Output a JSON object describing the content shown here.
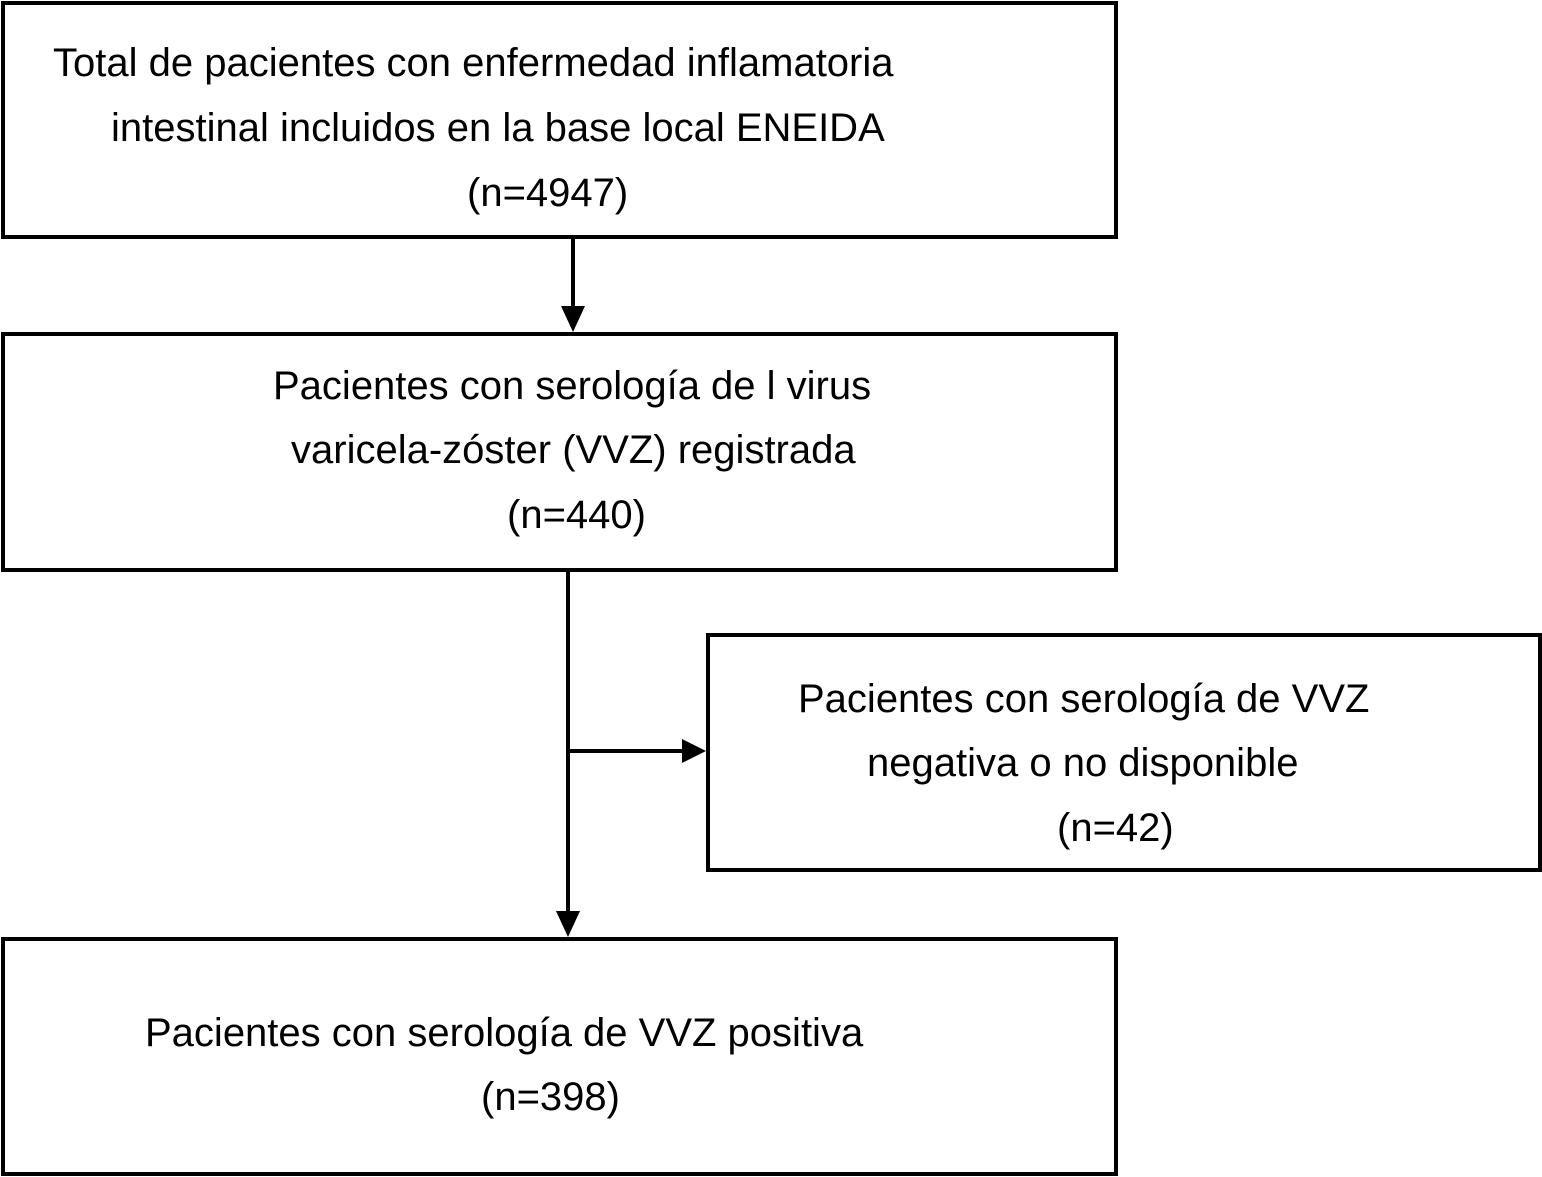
{
  "boxes": {
    "total": {
      "line1": "Total de pacientes con enfermedad inflamatoria",
      "line2": "intestinal incluidos en la base local ENEIDA",
      "count": "(n=4947)"
    },
    "serology": {
      "line1": "Pacientes con serología de l virus",
      "line2": "varicela-zóster (VVZ) registrada",
      "count": "(n=440)"
    },
    "negative": {
      "line1": "Pacientes con serología de VVZ",
      "line2": "negativa o no disponible",
      "count": "(n=42)"
    },
    "positive": {
      "line1": "Pacientes con serología de VVZ positiva",
      "count": "(n=398)"
    }
  }
}
